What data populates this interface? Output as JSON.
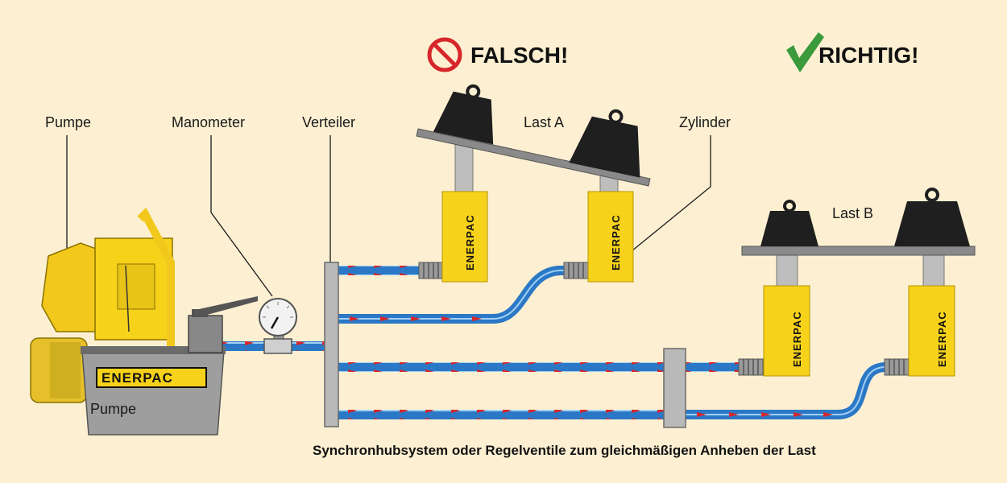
{
  "headers": {
    "wrong": "FALSCH!",
    "right": "RICHTIG!"
  },
  "labels": {
    "pump_top": "Pumpe",
    "pump_body": "Pumpe",
    "gauge": "Manometer",
    "manifold": "Verteiler",
    "load_a": "Last A",
    "load_b": "Last B",
    "cylinder": "Zylinder"
  },
  "brand": "ENERPAC",
  "caption": "Synchronhubsystem oder Regelventile zum gleichmäßigen Anheben der Last",
  "colors": {
    "background": "#FDF0D2",
    "yellow": "#F7D21B",
    "hose_blue": "#2B78C6",
    "arrow_red": "#D7262B",
    "wrong_red": "#D7262B",
    "right_green": "#3B9A3C"
  }
}
